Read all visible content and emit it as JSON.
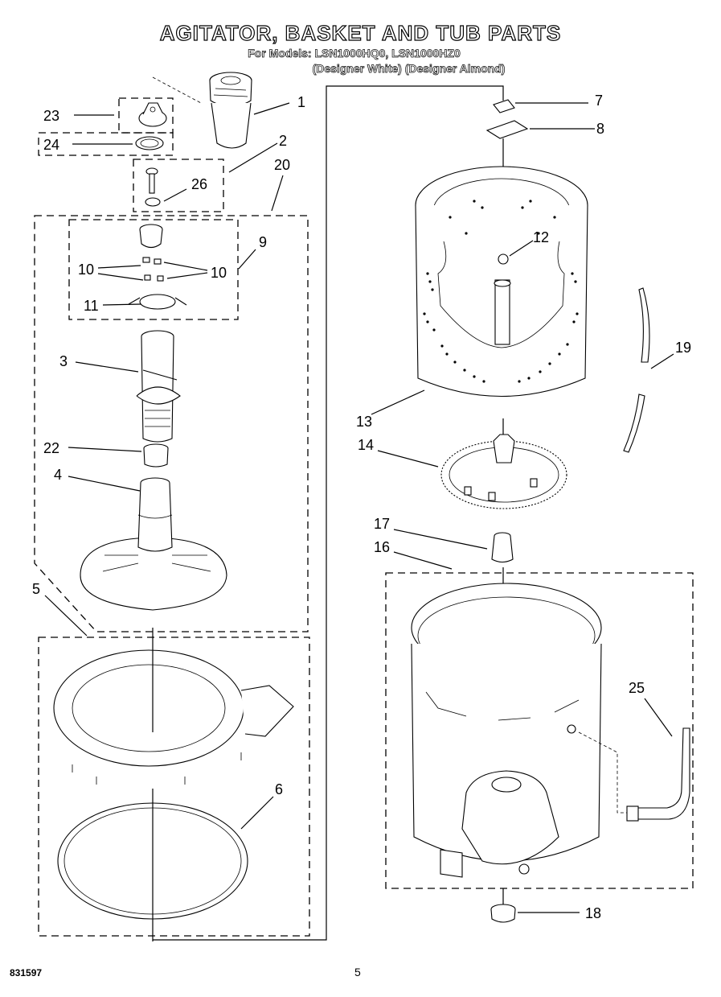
{
  "title": "AGITATOR, BASKET AND TUB PARTS",
  "models_line": "For Models: LSN1000HQ0, LSN1000HZ0",
  "colors_line": "(Designer White) (Designer Almond)",
  "doc_number": "831597",
  "page_number": "5",
  "callouts": [
    "1",
    "2",
    "3",
    "4",
    "5",
    "6",
    "7",
    "8",
    "9",
    "10",
    "10",
    "11",
    "12",
    "13",
    "14",
    "16",
    "17",
    "18",
    "19",
    "20",
    "22",
    "23",
    "24",
    "25",
    "26"
  ]
}
